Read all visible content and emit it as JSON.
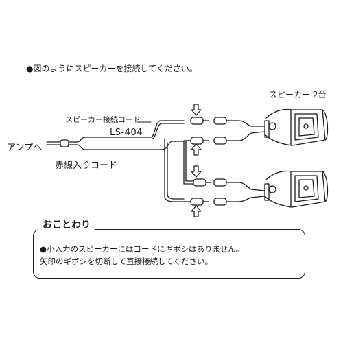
{
  "instruction": "●図のようにスピーカーを接続してください。",
  "diagram": {
    "speakers_label": "スピーカー 2台",
    "cable_name": "スピーカー接続コード",
    "cable_model": "LS-404",
    "amp_label": "アンプへ",
    "red_cord_label": "赤線入りコード"
  },
  "notice": {
    "title": "おことわり",
    "line1": "●小入力のスピーカーにはコードにギボシはありません。",
    "line2": "矢印のギボシを切断して直接接続してください。"
  }
}
